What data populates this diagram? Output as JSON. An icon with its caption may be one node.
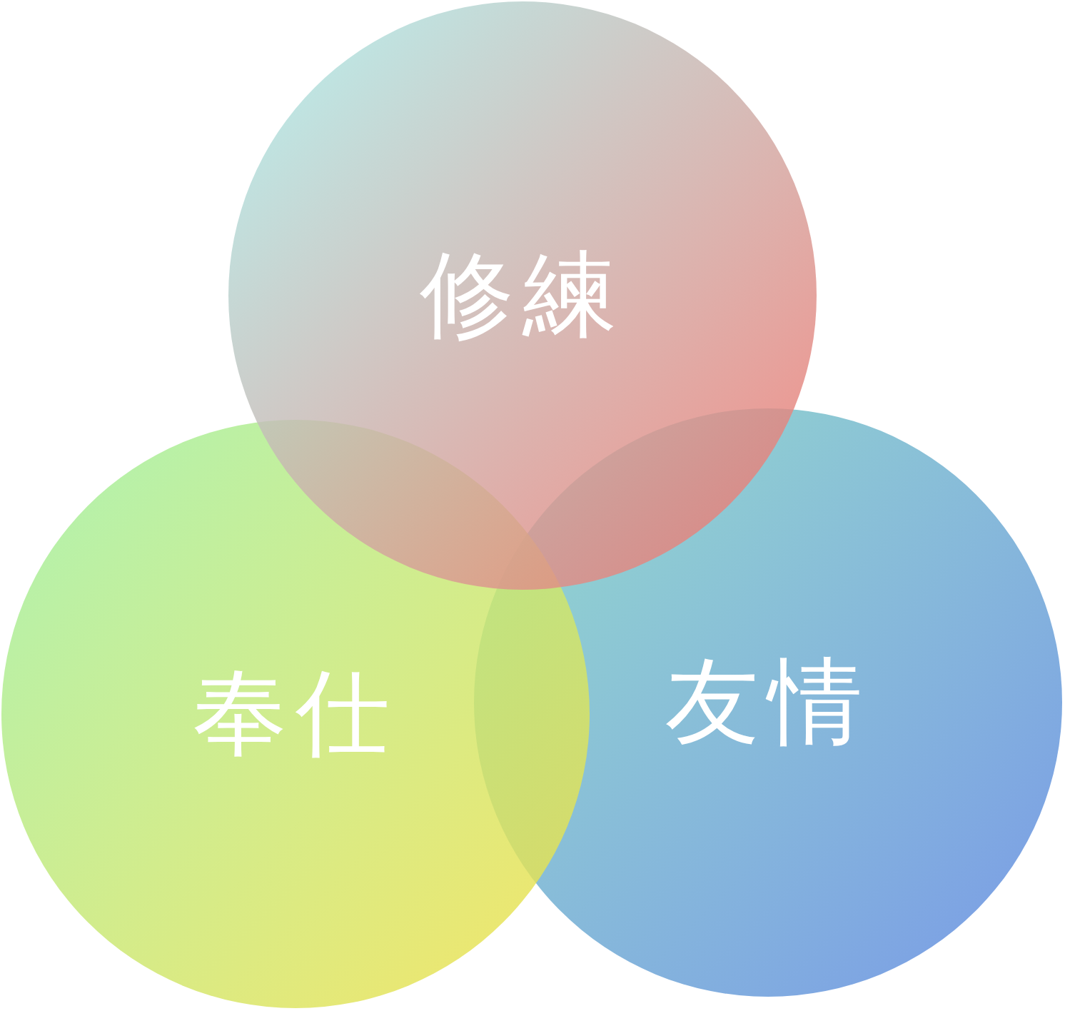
{
  "diagram": {
    "nodes": [
      {
        "text": [
          "修練"
        ]
      },
      {
        "text": [
          "奉仕"
        ]
      },
      {
        "text": [
          "友情"
        ]
      }
    ]
  }
}
